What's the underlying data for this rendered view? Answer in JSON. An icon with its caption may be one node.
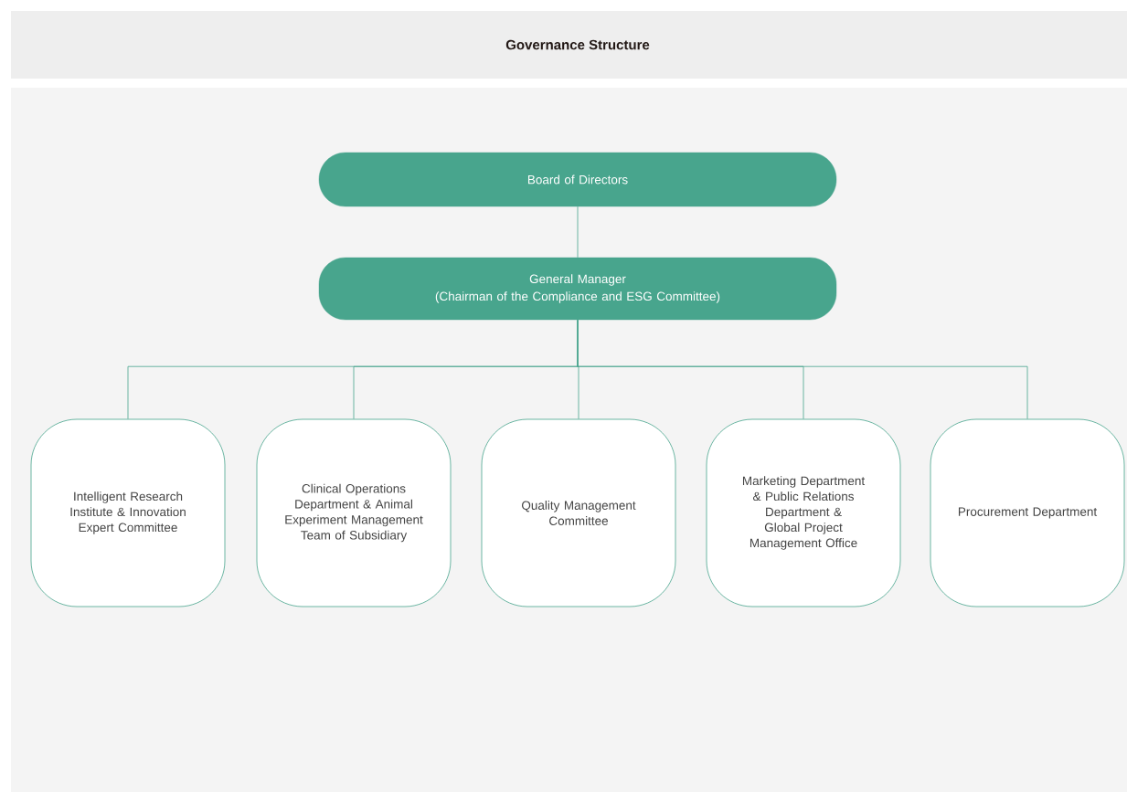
{
  "diagram": {
    "title": "Governance Structure",
    "nodes": [
      {
        "text": [
          "Board of Directors"
        ]
      },
      {
        "text": [
          "General Manager",
          "(Chairman of the Compliance and ESG Committee)"
        ]
      },
      {
        "text": [
          "Intelligent Research Institute & Innovation Expert Committee"
        ]
      },
      {
        "text": [
          "Clinical Operations Department & Animal Experiment Management Team of Subsidiary"
        ]
      },
      {
        "text": [
          "Quality Management Committee"
        ]
      },
      {
        "text": [
          "Marketing Department & Public Relations Department & Global Project Management Office"
        ]
      },
      {
        "text": [
          "Procurement Department"
        ]
      }
    ],
    "edges": [
      {
        "from": 0,
        "to": 1,
        "arrow": "none"
      },
      {
        "from": 1,
        "to": 2,
        "arrow": "none"
      },
      {
        "from": 1,
        "to": 3,
        "arrow": "none"
      },
      {
        "from": 1,
        "to": 4,
        "arrow": "none"
      },
      {
        "from": 1,
        "to": 5,
        "arrow": "none"
      },
      {
        "from": 1,
        "to": 6,
        "arrow": "none"
      }
    ]
  }
}
